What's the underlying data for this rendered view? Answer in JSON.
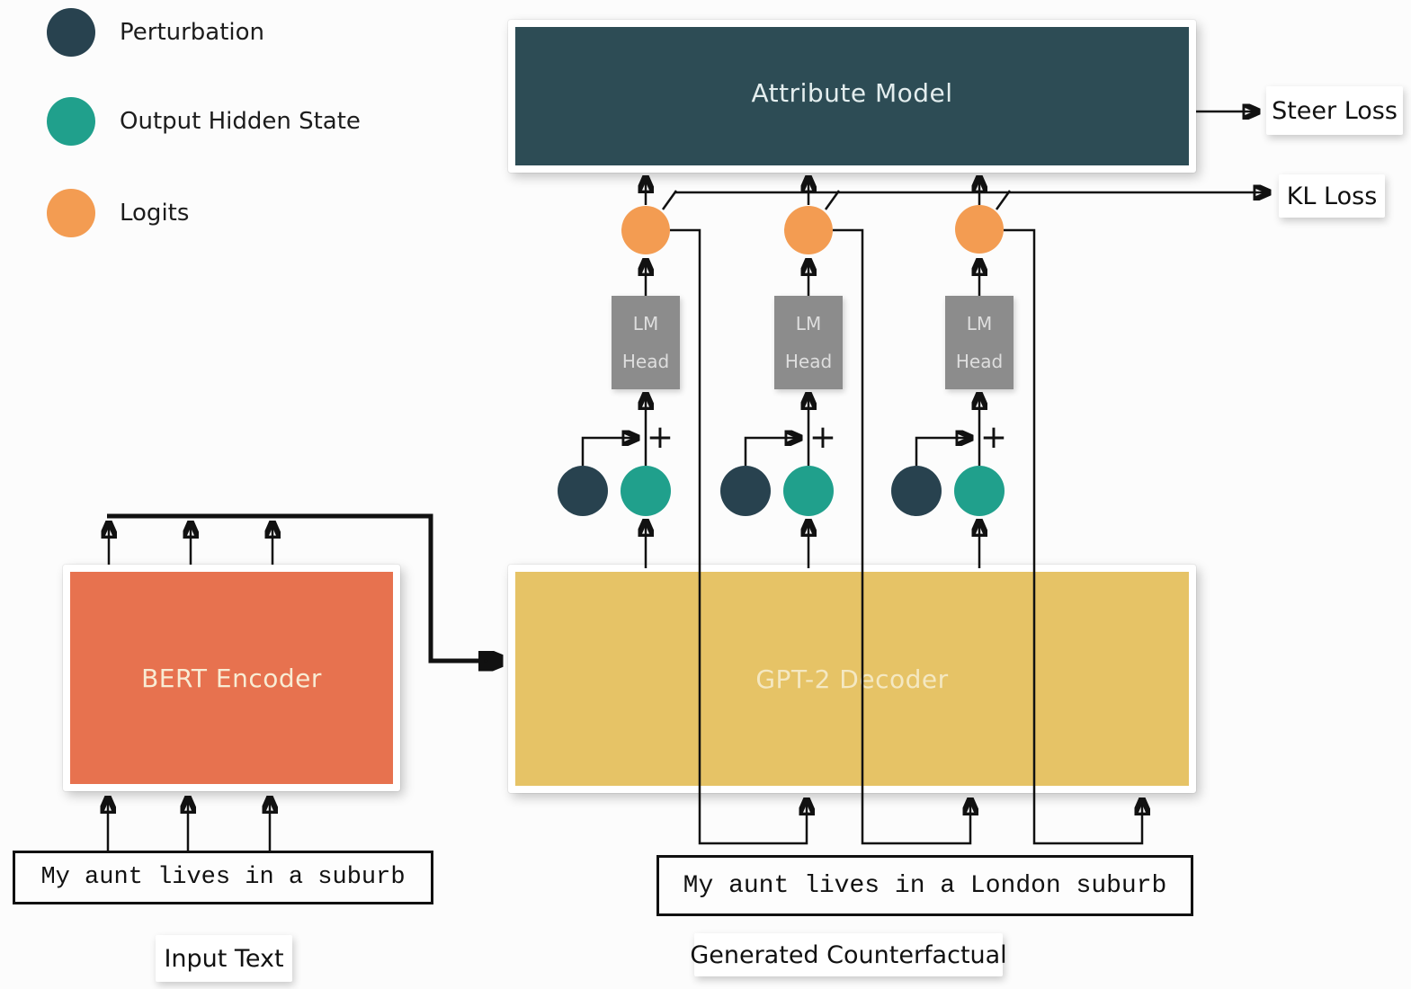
{
  "legend": {
    "items": [
      {
        "label": "Perturbation",
        "color": "#28424f"
      },
      {
        "label": "Output Hidden State",
        "color": "#20a08c"
      },
      {
        "label": "Logits",
        "color": "#f39c52"
      }
    ]
  },
  "boxes": {
    "attribute_model": {
      "label": "Attribute Model",
      "color": "#2d4c55"
    },
    "bert_encoder": {
      "label": "BERT Encoder",
      "color": "#e7724f"
    },
    "gpt2_decoder": {
      "label": "GPT-2 Decoder",
      "color": "#e6c366"
    },
    "lm_head": {
      "line1": "LM",
      "line2": "Head",
      "color": "#8c8c8c"
    }
  },
  "losses": {
    "steer": "Steer Loss",
    "kl": "KL Loss"
  },
  "texts": {
    "input_sentence": "My aunt lives in a suburb",
    "generated_sentence": "My aunt lives in a London suburb",
    "input_label": "Input Text",
    "generated_label": "Generated Counterfactual"
  },
  "operators": {
    "plus": "+"
  },
  "colors": {
    "wire": "#111111",
    "perturbation": "#28424f",
    "output_hidden_state": "#20a08c",
    "logits": "#f39c52",
    "attribute_model": "#2d4c55",
    "bert_encoder": "#e7724f",
    "gpt2_decoder": "#e6c366",
    "lm_head": "#8c8c8c"
  }
}
